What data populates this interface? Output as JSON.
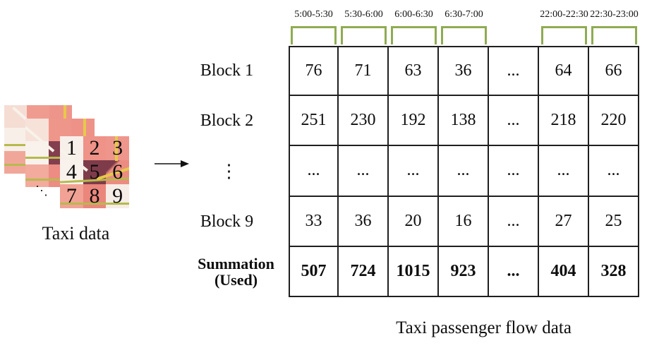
{
  "left": {
    "caption": "Taxi data",
    "stack_ellipsis": "⋱",
    "grid_numbers": [
      "1",
      "2",
      "3",
      "4",
      "5",
      "6",
      "7",
      "8",
      "9"
    ]
  },
  "table": {
    "time_headers": [
      "5:00-5:30",
      "5:30-6:00",
      "6:00-6:30",
      "6:30-7:00",
      "",
      "22:00-22:30",
      "22:30-23:00"
    ],
    "rows": [
      {
        "label": "Block 1",
        "cells": [
          "76",
          "71",
          "63",
          "36",
          "...",
          "64",
          "66"
        ]
      },
      {
        "label": "Block 2",
        "cells": [
          "251",
          "230",
          "192",
          "138",
          "...",
          "218",
          "220"
        ]
      },
      {
        "label": "⋮",
        "cells": [
          "...",
          "...",
          "...",
          "...",
          "...",
          "...",
          "..."
        ]
      },
      {
        "label": "Block 9",
        "cells": [
          "33",
          "36",
          "20",
          "16",
          "...",
          "27",
          "25"
        ]
      },
      {
        "label": "Summation\n(Used)",
        "cells": [
          "507",
          "724",
          "1015",
          "923",
          "...",
          "404",
          "328"
        ]
      }
    ],
    "caption": "Taxi passenger flow data"
  },
  "colors": {
    "bracket_green": "#8fab52",
    "table_border": "#1f1f1f",
    "map_dark_red": "#7e3c4a",
    "map_salmon": "#ee9288",
    "map_light": "#f7efe9",
    "road_olive": "#b6ba4d",
    "road_yellow": "#e7c94a"
  }
}
